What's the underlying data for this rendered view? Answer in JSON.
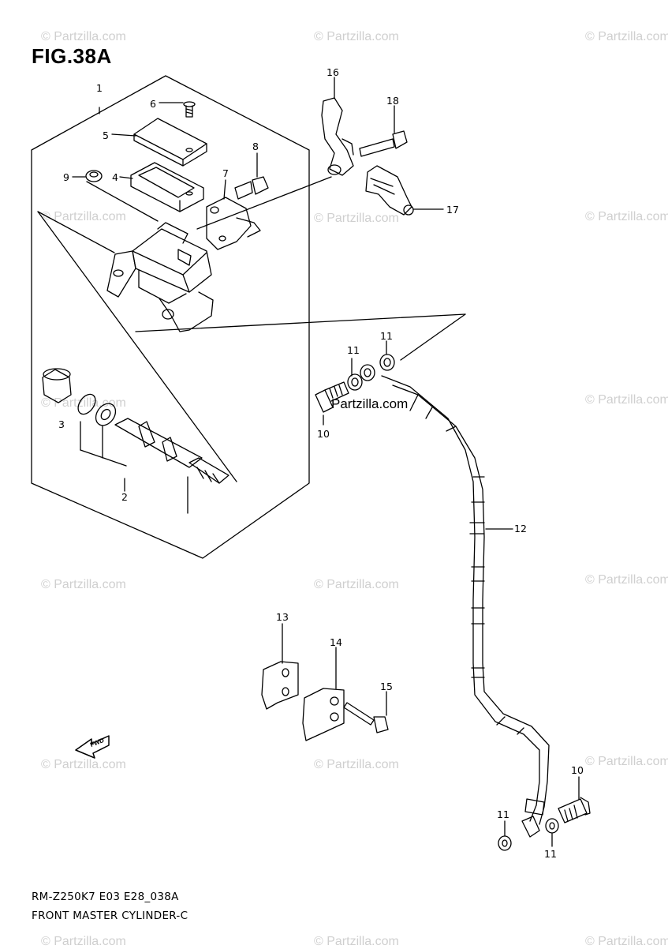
{
  "figure": {
    "title": "FIG.38A",
    "model_code": "RM-Z250K7 E03 E28_038A",
    "assembly_name": "FRONT MASTER CYLINDER-C"
  },
  "watermark": {
    "text": "© Partzilla.com",
    "inline_text": "Partzilla.com"
  },
  "callouts": {
    "c1": "1",
    "c2": "2",
    "c3": "3",
    "c4": "4",
    "c5": "5",
    "c6": "6",
    "c7": "7",
    "c8": "8",
    "c9": "9",
    "c10a": "10",
    "c10b": "10",
    "c11a": "11",
    "c11b": "11",
    "c11c": "11",
    "c11d": "11",
    "c12": "12",
    "c13": "13",
    "c14": "14",
    "c15": "15",
    "c16": "16",
    "c17": "17",
    "c18": "18"
  },
  "direction_label": "FWD",
  "colors": {
    "line": "#000000",
    "watermark": "#cfcfcf",
    "background": "#ffffff"
  }
}
